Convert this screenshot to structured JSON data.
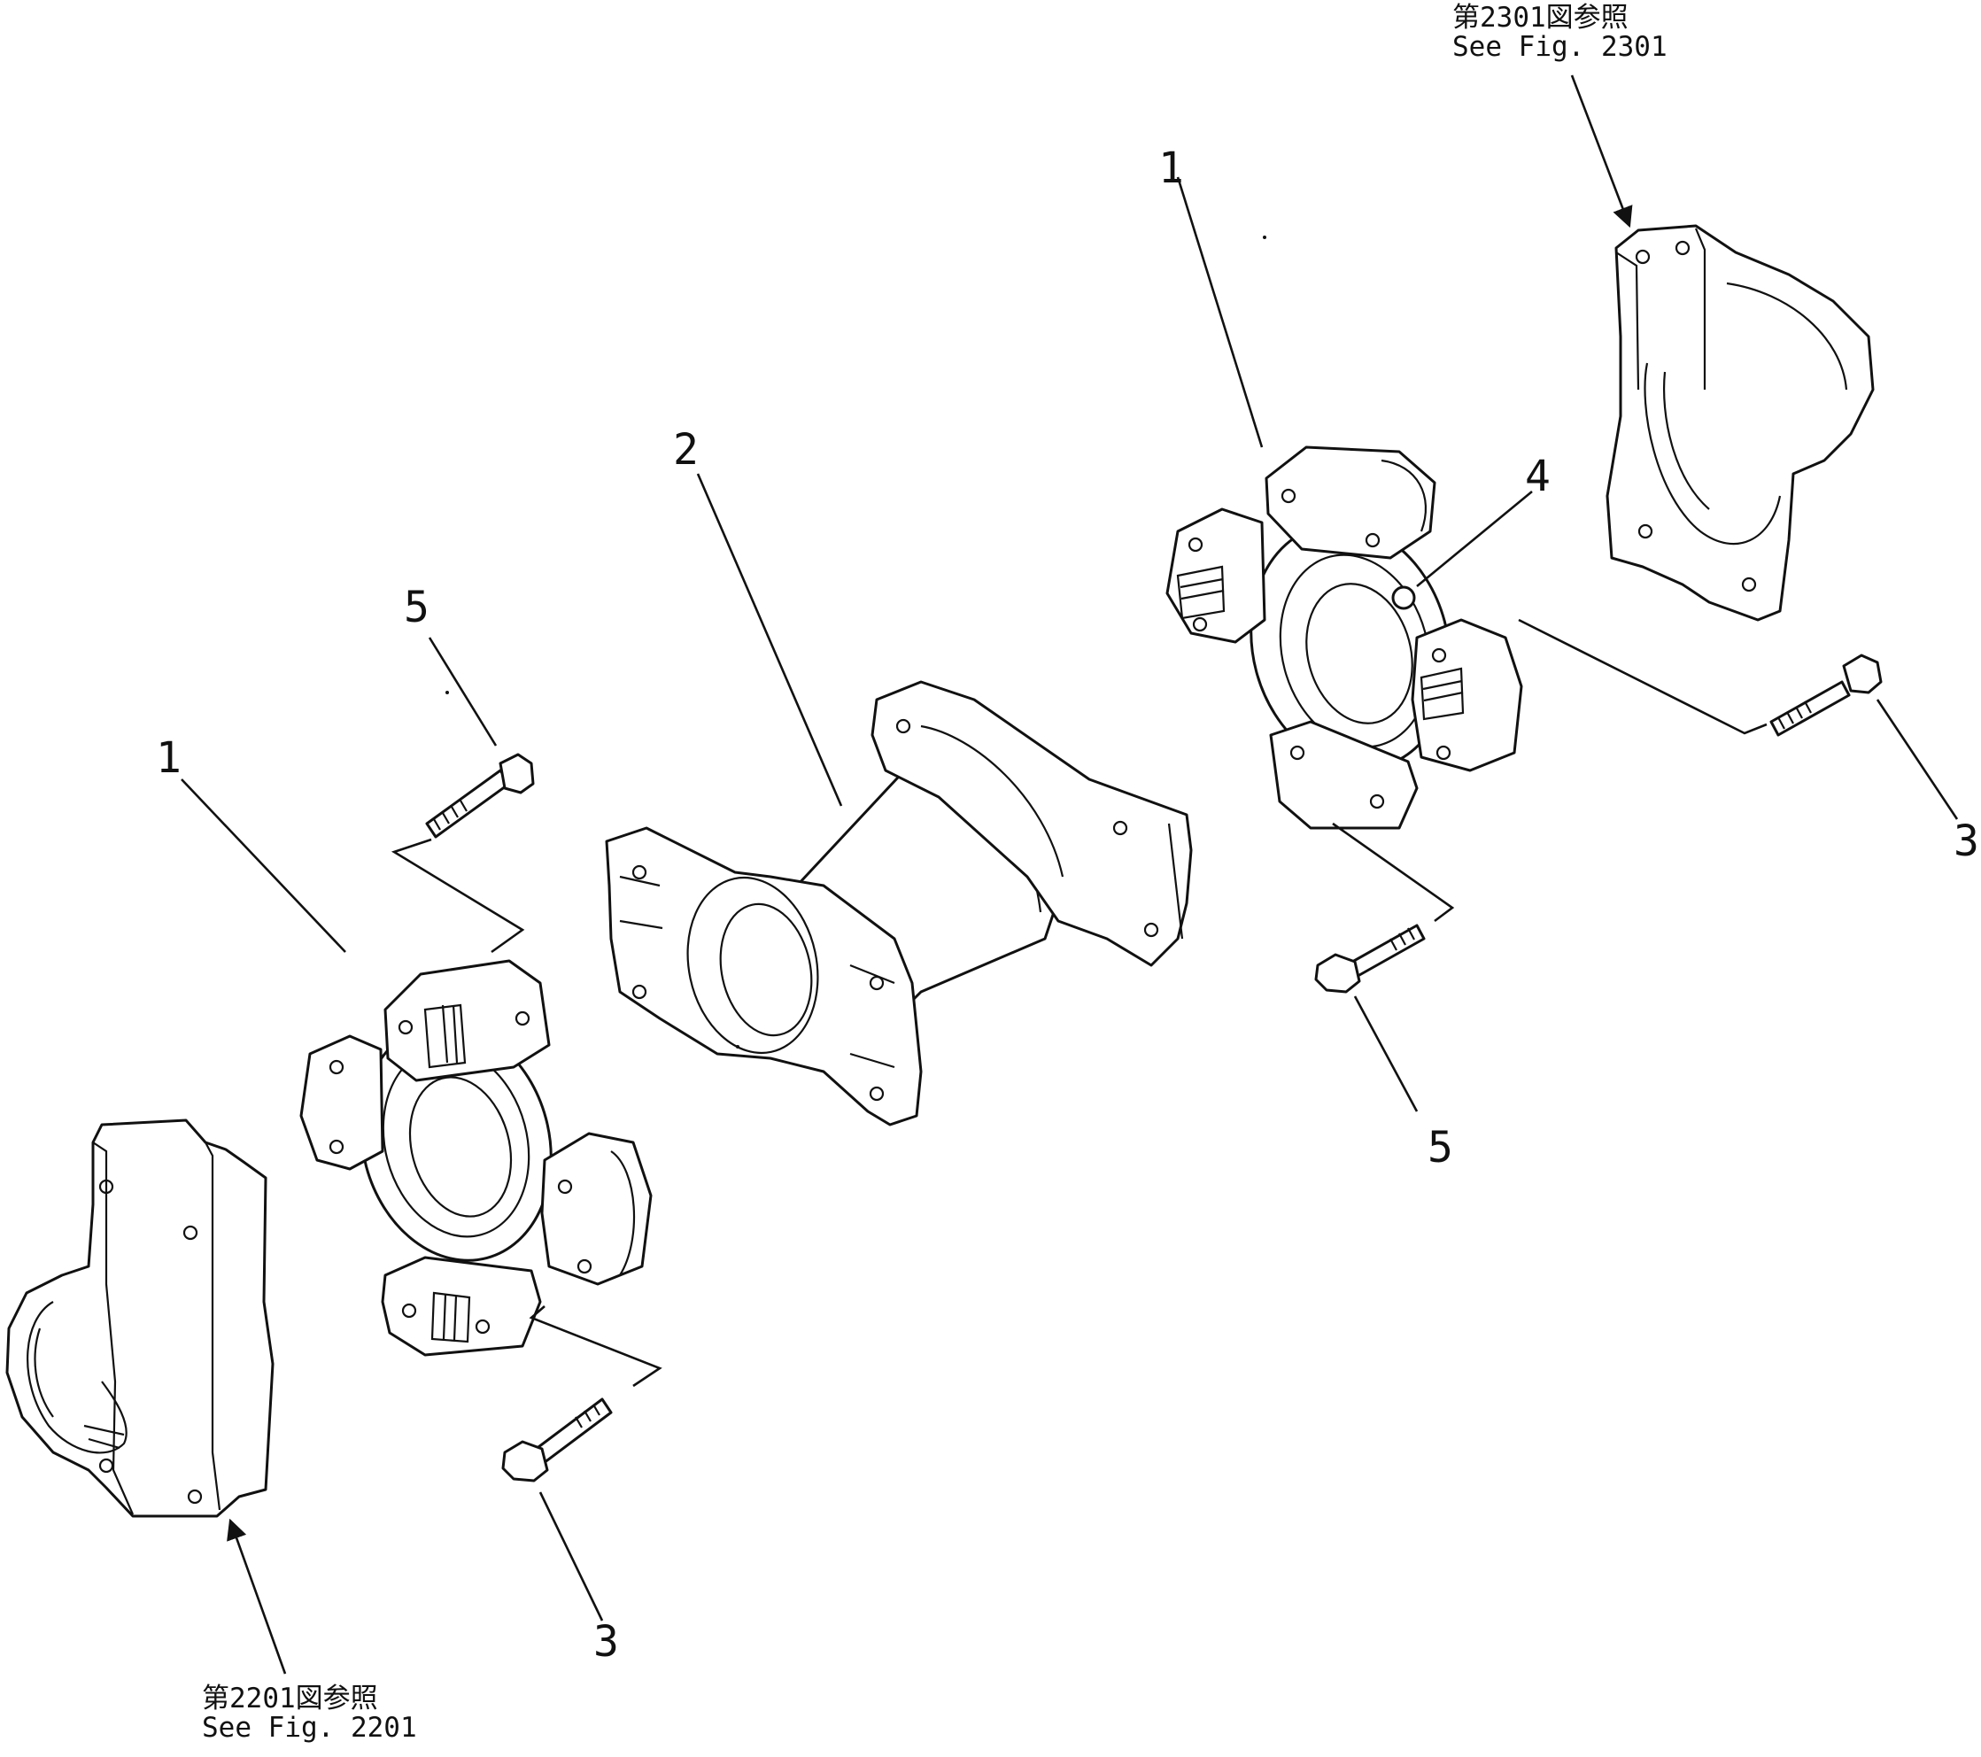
{
  "callouts": {
    "c1_left": "1",
    "c1_right": "1",
    "c2": "2",
    "c3_left": "3",
    "c3_right": "3",
    "c4": "4",
    "c5_left": "5",
    "c5_right": "5"
  },
  "references": {
    "top": {
      "jp": "第2301図参照",
      "en": "See Fig. 2301"
    },
    "bottom": {
      "jp": "第2201図参照",
      "en": "See Fig. 2201"
    }
  }
}
